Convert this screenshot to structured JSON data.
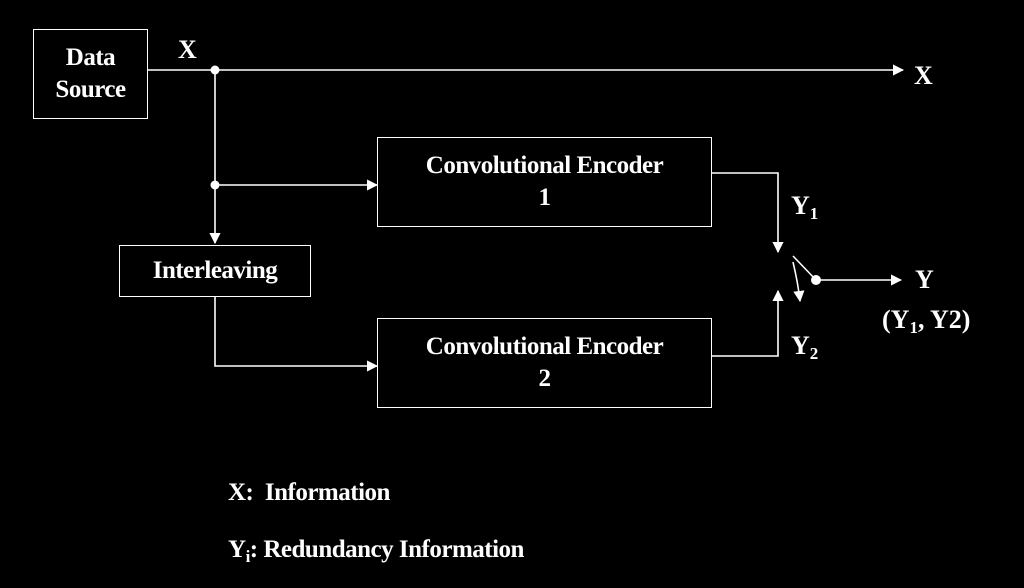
{
  "colors": {
    "background": "#000000",
    "foreground": "#ffffff"
  },
  "blocks": {
    "data_source": {
      "line1": "Data",
      "line2": "Source"
    },
    "encoder1": {
      "line1": "Convolutional Encoder",
      "line2": "1"
    },
    "interleaving": {
      "label": "Interleaving"
    },
    "encoder2": {
      "line1": "Convolutional Encoder",
      "line2": "2"
    }
  },
  "labels": {
    "x_input": "X",
    "x_output": "X",
    "y1": {
      "base": "Y",
      "sub": "1"
    },
    "y2": {
      "base": "Y",
      "sub": "2"
    },
    "y_output": "Y",
    "y_pair": {
      "open": "(Y",
      "sub": "1",
      "rest": ", Y2)"
    }
  },
  "legend": {
    "x_line": "X:  Information",
    "yi_line": {
      "base": "Y",
      "sub": "i",
      "rest": ": Redundancy Information"
    }
  }
}
